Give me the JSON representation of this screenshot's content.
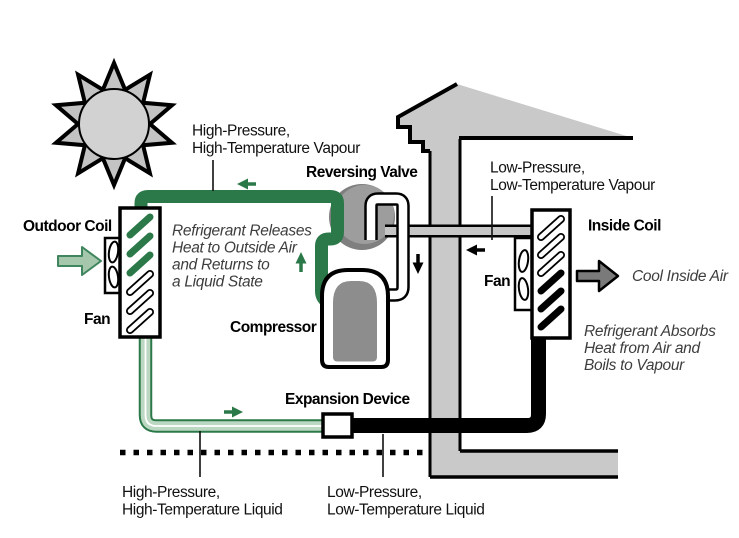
{
  "diagram_type": "heat-pump refrigeration cycle",
  "components": {
    "outdoor_coil": "Outdoor Coil",
    "outdoor_fan": "Fan",
    "reversing_valve": "Reversing Valve",
    "compressor": "Compressor",
    "expansion_device": "Expansion Device",
    "inside_coil": "Inside Coil",
    "inside_fan": "Fan"
  },
  "pipes": {
    "hp_vapour": {
      "line1": "High-Pressure,",
      "line2": "High-Temperature Vapour"
    },
    "lp_vapour": {
      "line1": "Low-Pressure,",
      "line2": "Low-Temperature Vapour"
    },
    "hp_liquid": {
      "line1": "High-Pressure,",
      "line2": "High-Temperature Liquid"
    },
    "lp_liquid": {
      "line1": "Low-Pressure,",
      "line2": "Low-Temperature Liquid"
    }
  },
  "notes": {
    "outdoor_line1": "Refrigerant Releases",
    "outdoor_line2": "Heat to Outside Air",
    "outdoor_line3": "and Returns to",
    "outdoor_line4": "a Liquid State",
    "cool_inside_air": "Cool Inside Air",
    "inside_line1": "Refrigerant Absorbs",
    "inside_line2": "Heat from Air and",
    "inside_line3": "Boils to Vapour"
  },
  "colors": {
    "pipe_green": "#2b7849",
    "pipe_light_green": "#bcd8c2",
    "pipe_gray": "#c6c6c6",
    "pipe_black": "#000000",
    "house_gray": "#c9c9c9",
    "valve_gray": "#9d9d9d",
    "compressor_gray": "#8d8d8d",
    "cool_air_arrow_gray": "#7a7a7a",
    "outdoor_air_arrow_green": "#a5c8ac"
  }
}
